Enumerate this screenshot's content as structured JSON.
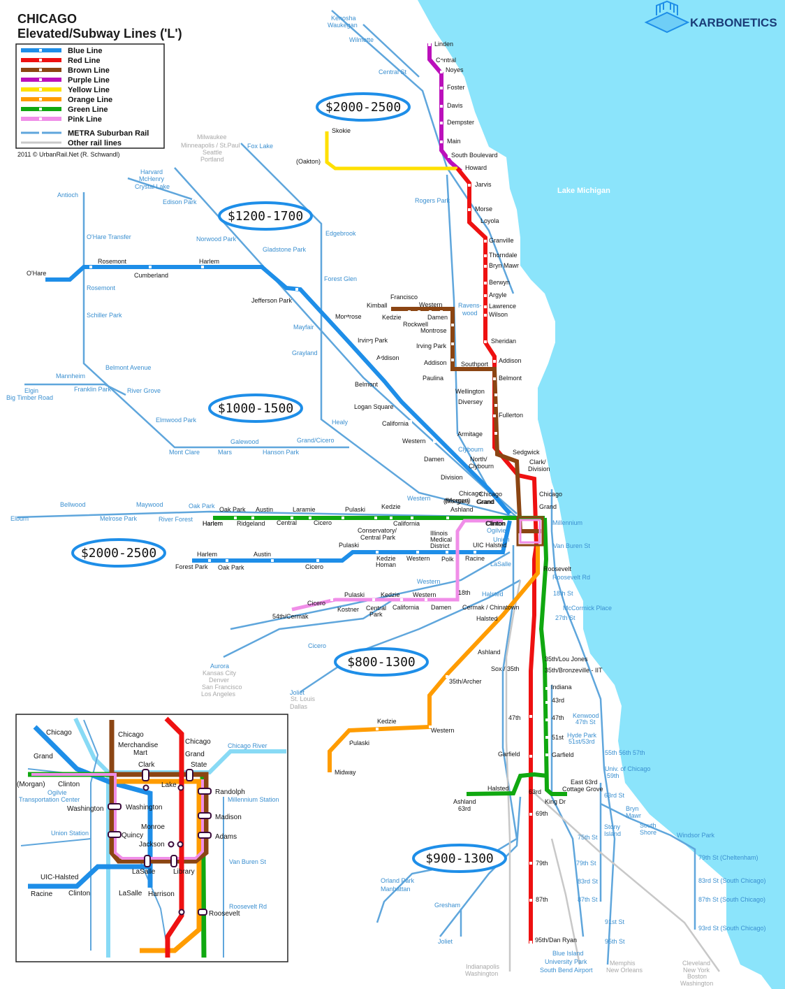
{
  "header": {
    "title_line1": "CHICAGO",
    "title_line2": "Elevated/Subway Lines ('L')",
    "credit": "2011 © UrbanRail.Net (R. Schwandl)"
  },
  "brand": {
    "name": "KARBONETICS",
    "icon": "cube-stack-icon"
  },
  "lake_label": "Lake Michigan",
  "colors": {
    "lake": "#8be4fb",
    "blue": "#1e8ee8",
    "red": "#ee1111",
    "brown": "#8b4513",
    "purple": "#bb10bb",
    "yellow": "#ffe000",
    "orange": "#ff9c00",
    "green": "#10a810",
    "pink": "#f08ee8",
    "metra": "#5fa6dc",
    "other": "#c8c8c8",
    "oval": "#1e8ee8"
  },
  "legend": [
    {
      "label": "Blue Line",
      "color": "#1e8ee8"
    },
    {
      "label": "Red Line",
      "color": "#ee1111"
    },
    {
      "label": "Brown Line",
      "color": "#8b4513"
    },
    {
      "label": "Purple Line",
      "color": "#bb10bb"
    },
    {
      "label": "Yellow Line",
      "color": "#ffe000"
    },
    {
      "label": "Orange Line",
      "color": "#ff9c00"
    },
    {
      "label": "Green Line",
      "color": "#10a810"
    },
    {
      "label": "Pink Line",
      "color": "#f08ee8"
    },
    {
      "label": "METRA Suburban Rail",
      "color": "#5fa6dc"
    },
    {
      "label": "Other rail lines",
      "color": "#c8c8c8"
    }
  ],
  "rent_labels": [
    "$2000-2500",
    "$1200-1700",
    "$1000-1500",
    "$2000-2500",
    "$800-1300",
    "$900-1300"
  ],
  "stations": {
    "purple": [
      "Linden",
      "Central",
      "Noyes",
      "Foster",
      "Davis",
      "Dempster",
      "Main",
      "South Boulevard"
    ],
    "yellow": [
      "Skokie",
      "(Oakton)"
    ],
    "red": [
      "Howard",
      "Jarvis",
      "Morse",
      "Loyola",
      "Granville",
      "Thorndale",
      "Bryn Mawr",
      "Berwyn",
      "Argyle",
      "Lawrence",
      "Wilson",
      "Sheridan",
      "Addison",
      "Belmont",
      "Fullerton",
      "Sedgwick",
      "Clark/",
      "Division",
      "Chicago",
      "Grand",
      "Roosevelt",
      "Cermak / Chinatown",
      "Sox / 35th",
      "47th",
      "Garfield",
      "63rd",
      "69th",
      "79th",
      "87th",
      "95th/Dan Ryan"
    ],
    "brown": [
      "Kimball",
      "Francisco",
      "Kedzie",
      "Rockwell",
      "Western",
      "Damen",
      "Montrose",
      "Irving Park",
      "Addison",
      "Paulina",
      "Southport",
      "Wellington",
      "Diversey",
      "Armitage"
    ],
    "blue_ohare": [
      "O'Hare",
      "Rosemont",
      "Cumberland",
      "Harlem",
      "Jefferson Park",
      "Montrose",
      "Irving Park",
      "Addison",
      "Belmont",
      "Logan Square",
      "California",
      "Western",
      "Damen",
      "Division",
      "Chicago",
      "Grand"
    ],
    "blue_forestpark": [
      "Forest Park",
      "Harlem",
      "Oak Park",
      "Austin",
      "Cicero",
      "Pulaski",
      "Kedzie",
      "Homan",
      "Western",
      "Illinois",
      "Medical",
      "District",
      "Polk",
      "Racine",
      "UIC Halsted",
      "Clinton"
    ],
    "green_west": [
      "Harlem",
      "Oak Park",
      "Ridgeland",
      "Austin",
      "Central",
      "Laramie",
      "Cicero",
      "Pulaski",
      "Conservatory/",
      "Central Park",
      "Kedzie",
      "California",
      "Ashland",
      "(Morgan)"
    ],
    "green_south": [
      "35th/Bronzeville - IIT",
      "Indiana",
      "43rd",
      "47th",
      "51st",
      "Garfield",
      "East 63rd",
      "Cottage Grove",
      "King Dr",
      "Halsted",
      "Ashland",
      "63rd"
    ],
    "pink": [
      "54th/Cermak",
      "Cicero",
      "Kostner",
      "Pulaski",
      "Central",
      "Park",
      "Kedzie",
      "California",
      "Western",
      "Damen",
      "18th"
    ],
    "orange": [
      "Halsted",
      "Ashland",
      "35th/Archer",
      "Western",
      "Kedzie",
      "Pulaski",
      "Midway"
    ],
    "metra": [
      "Kenosha",
      "Waukegan",
      "Wilmette",
      "Central St",
      "Rogers Park",
      "Ravens-",
      "wood",
      "Clybourn",
      "Edgebrook",
      "Forest Glen",
      "Mayfair",
      "Grayland",
      "Healy",
      "Edison Park",
      "Norwood Park",
      "Gladstone Park",
      "Antioch",
      "O'Hare Transfer",
      "Rosemont",
      "Schiller Park",
      "Belmont Avenue",
      "River Grove",
      "Mannheim",
      "Franklin Park",
      "Elmwood Park",
      "Mont Clare",
      "Galewood",
      "Mars",
      "Hanson Park",
      "Grand/Cicero",
      "Elgin",
      "Big Timber Road",
      "Bellwood",
      "Maywood",
      "Melrose Park",
      "River Forest",
      "Oak Park",
      "Elburn",
      "Western",
      "Ogilvie",
      "Union",
      "LaSalle",
      "Millennium",
      "Van Buren St",
      "Roosevelt Rd",
      "18th St",
      "McCormick Place",
      "27th St",
      "Western",
      "Halsted",
      "Cicero",
      "Kenwood",
      "47th St",
      "Hyde Park",
      "51st/53rd",
      "55th 56th 57th",
      "Univ. of Chicago",
      "59th",
      "63rd St",
      "Bryn",
      "Mawr",
      "Stony",
      "Island",
      "South",
      "Shore",
      "Windsor Park",
      "75th St",
      "79th St",
      "79th St  (Cheltenham)",
      "83rd St",
      "83rd St  (South Chicago)",
      "87th St",
      "87th St  (South Chicago)",
      "91st St",
      "93rd St  (South Chicago)",
      "95th St",
      "Blue Island",
      "University Park",
      "South Bend Airport",
      "Orland Park",
      "Manhattan",
      "Gresham",
      "Joliet",
      "Harvard",
      "McHenry",
      "Crystal Lake",
      "Fox Lake",
      "Aurora",
      "Joliet"
    ],
    "other": [
      "Milwaukee",
      "Minneapolis / St.Paul",
      "Seattle",
      "Portland",
      "Kansas City",
      "Denver",
      "San Francisco",
      "Los Angeles",
      "St. Louis",
      "Dallas",
      "Indianapolis",
      "Washington",
      "Memphis",
      "New Orleans",
      "Cleveland",
      "New York",
      "Boston",
      "Washington"
    ],
    "junctions": [
      "35th/Lou Jones",
      "North/",
      "Clybourn",
      "Chicago",
      "(Morgan)",
      "Grand",
      "Clinton",
      "Harlem"
    ]
  },
  "inset": {
    "labels": [
      "Chicago",
      "Grand",
      "(Morgan)",
      "Clinton",
      "Ogilvie",
      "Transportation Center",
      "Washington",
      "Union Station",
      "UIC-Halsted",
      "Racine",
      "Clinton",
      "Chicago",
      "Merchandise",
      "Mart",
      "Clark",
      "Lake",
      "Washington",
      "Monroe",
      "Quincy",
      "Jackson",
      "LaSalle",
      "LaSalle",
      "Harrison",
      "Library",
      "Chicago",
      "Grand",
      "State",
      "Randolph",
      "Madison",
      "Adams",
      "Roosevelt",
      "Chicago River",
      "Millennium Station",
      "Van Buren St",
      "Roosevelt Rd"
    ]
  }
}
